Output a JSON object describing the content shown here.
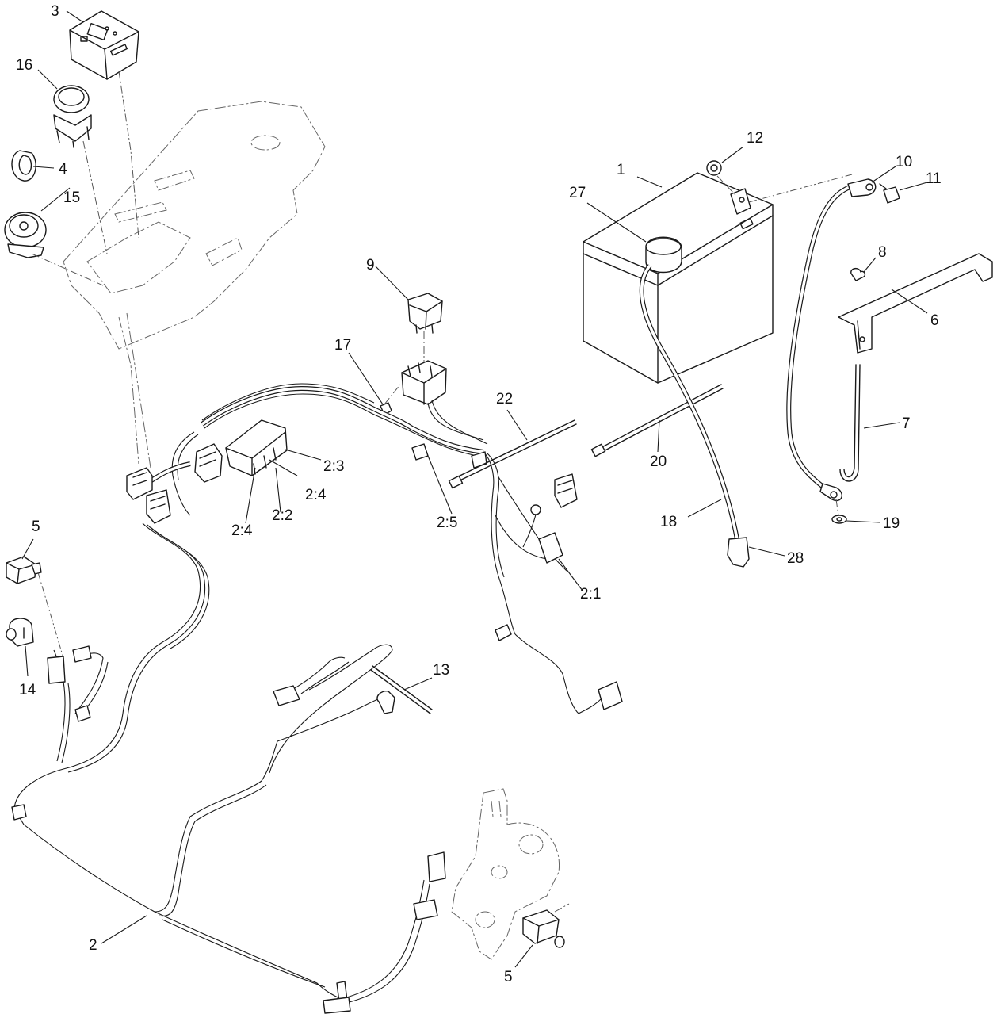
{
  "callouts": {
    "c1": "1",
    "c2": "2",
    "c2_1": "2:1",
    "c2_2": "2:2",
    "c2_3": "2:3",
    "c2_4a": "2:4",
    "c2_4b": "2:4",
    "c2_5": "2:5",
    "c3": "3",
    "c4": "4",
    "c5a": "5",
    "c5b": "5",
    "c6": "6",
    "c7": "7",
    "c8": "8",
    "c9": "9",
    "c10": "10",
    "c11": "11",
    "c12": "12",
    "c13": "13",
    "c14": "14",
    "c15": "15",
    "c16": "16",
    "c17": "17",
    "c18": "18",
    "c19": "19",
    "c20": "20",
    "c22": "22",
    "c27": "27",
    "c28": "28"
  }
}
